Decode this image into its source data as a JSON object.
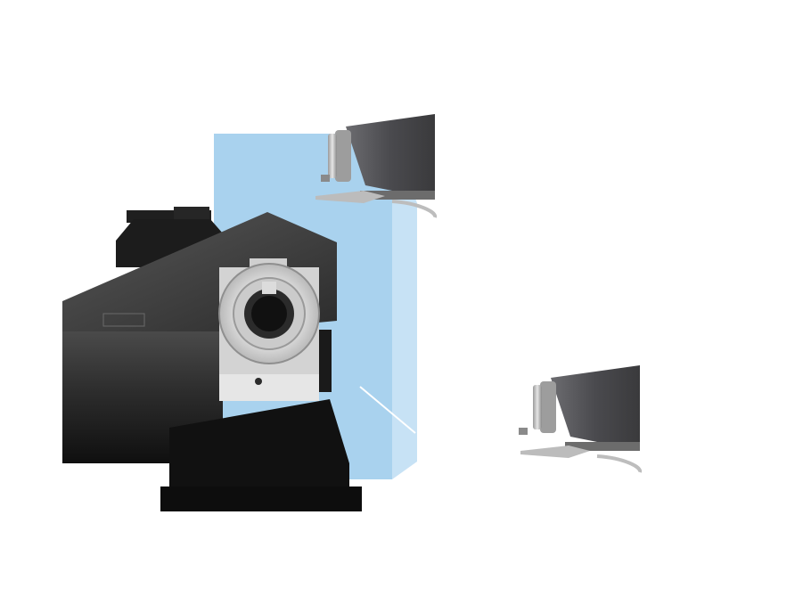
{
  "scene": {
    "background": "#ffffff",
    "colors": {
      "glass_front": "#a9d2ee",
      "glass_side": "#c7e2f5",
      "body_dark": "#1b1b1b",
      "body_mid": "#2f2f2f",
      "head_gray": "#5b5b5e",
      "face_steel": "#c9c9c9",
      "spindle_ring": "#d6d6d6"
    },
    "icons": [
      "lathe-body",
      "spindle-chuck",
      "protective-window",
      "gantry-head-upper",
      "gantry-head-lower"
    ]
  }
}
